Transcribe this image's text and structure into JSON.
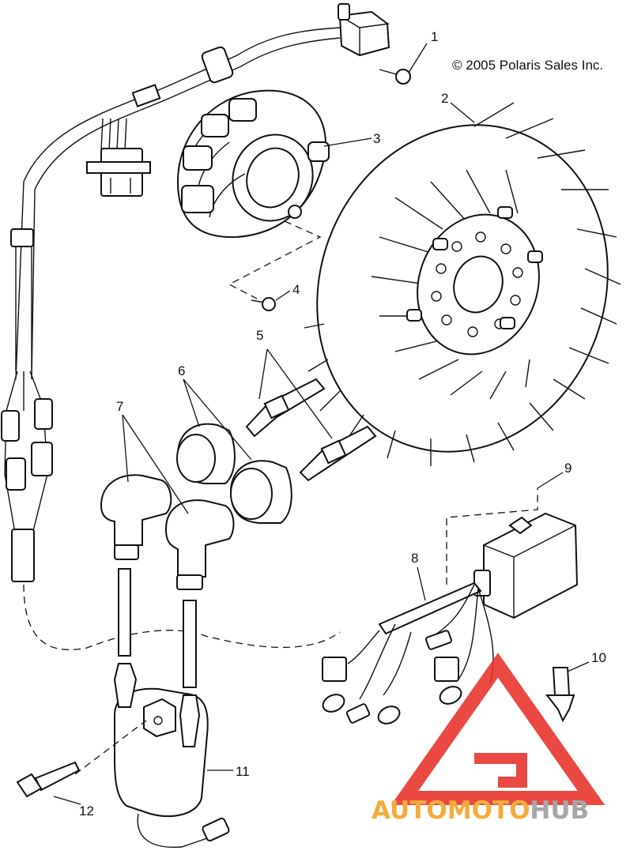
{
  "copyright": "© 2005 Polaris Sales Inc.",
  "callouts": [
    {
      "num": "1",
      "part": "screw"
    },
    {
      "num": "2",
      "part": "flywheel"
    },
    {
      "num": "3",
      "part": "stator"
    },
    {
      "num": "4",
      "part": "stator-screw"
    },
    {
      "num": "5",
      "part": "spark-plug"
    },
    {
      "num": "6",
      "part": "plug-seal"
    },
    {
      "num": "7",
      "part": "plug-cap"
    },
    {
      "num": "8",
      "part": "wire-harness"
    },
    {
      "num": "9",
      "part": "cdi-module"
    },
    {
      "num": "10",
      "part": "plug-clip"
    },
    {
      "num": "11",
      "part": "ignition-coil"
    },
    {
      "num": "12",
      "part": "coil-bolt"
    }
  ],
  "watermark": {
    "part1": "AUTO",
    "part2": "MOTO",
    "part3": "HUB",
    "color_orange": "#f2a020",
    "color_gray": "#9a9a9a",
    "color_red": "#e8302a"
  }
}
